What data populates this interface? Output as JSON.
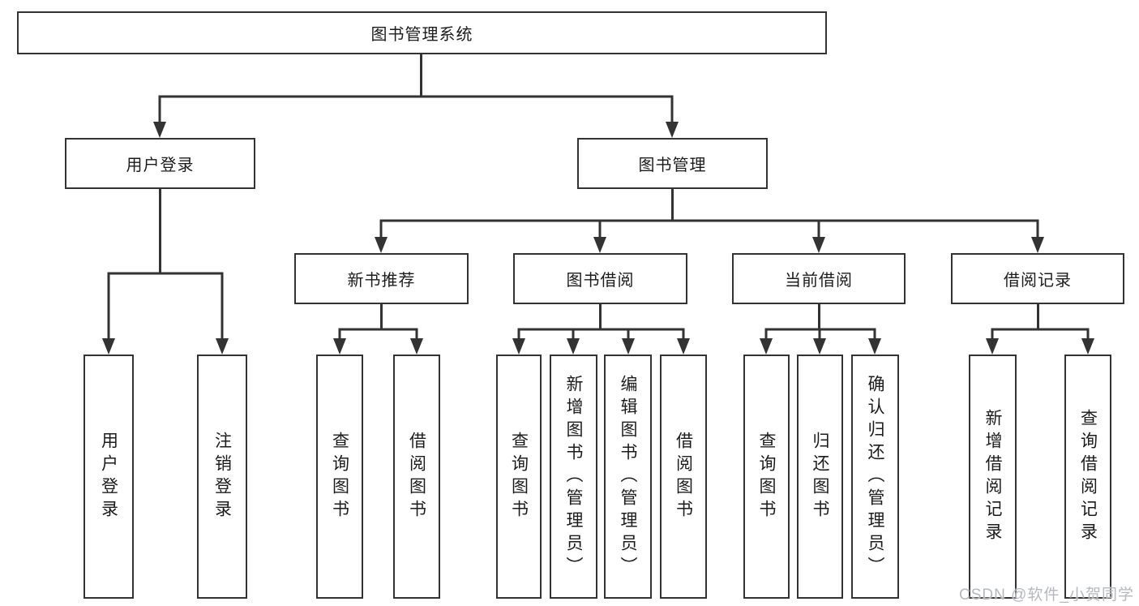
{
  "title": "图书管理系统",
  "watermark": "CSDN @软件_小贺同学",
  "colors": {
    "line": "#333333",
    "box_border": "#333333",
    "box_fill": "#ffffff",
    "text": "#1c1c1c",
    "watermark": "#b5b9be"
  },
  "nodes": {
    "root": {
      "label": "图书管理系统"
    },
    "branches": [
      {
        "label": "用户登录",
        "parent": "图书管理系统"
      },
      {
        "label": "图书管理",
        "parent": "图书管理系统"
      }
    ],
    "modules": [
      {
        "label": "新书推荐",
        "parent": "图书管理"
      },
      {
        "label": "图书借阅",
        "parent": "图书管理"
      },
      {
        "label": "当前借阅",
        "parent": "图书管理"
      },
      {
        "label": "借阅记录",
        "parent": "图书管理"
      }
    ],
    "leaves": [
      {
        "label": "用户登录",
        "parent": "用户登录"
      },
      {
        "label": "注销登录",
        "parent": "用户登录"
      },
      {
        "label": "查询图书",
        "parent": "新书推荐"
      },
      {
        "label": "借阅图书",
        "parent": "新书推荐"
      },
      {
        "label": "查询图书",
        "parent": "图书借阅"
      },
      {
        "label": "新增图书（管理员）",
        "parent": "图书借阅"
      },
      {
        "label": "编辑图书（管理员）",
        "parent": "图书借阅"
      },
      {
        "label": "借阅图书",
        "parent": "图书借阅"
      },
      {
        "label": "查询图书",
        "parent": "当前借阅"
      },
      {
        "label": "归还图书",
        "parent": "当前借阅"
      },
      {
        "label": "确认归还（管理员）",
        "parent": "当前借阅"
      },
      {
        "label": "新增借阅记录",
        "parent": "借阅记录"
      },
      {
        "label": "查询借阅记录",
        "parent": "借阅记录"
      }
    ]
  }
}
